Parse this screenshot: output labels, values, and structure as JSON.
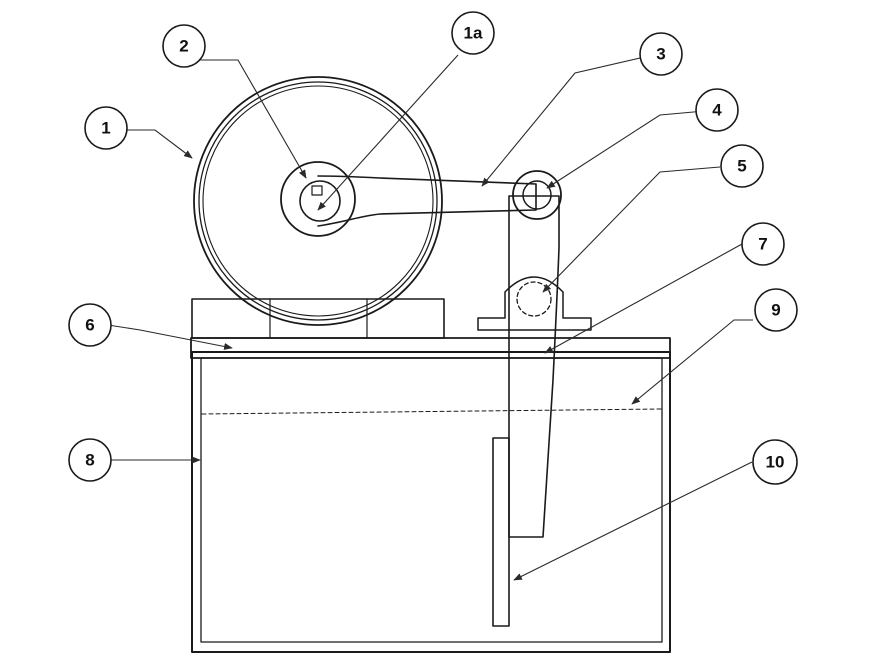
{
  "figure": {
    "callouts": [
      {
        "id": "1",
        "label": "1",
        "part": "flywheel"
      },
      {
        "id": "1a",
        "label": "1a",
        "part": "shaft-key"
      },
      {
        "id": "2",
        "label": "2",
        "part": "crank-hub"
      },
      {
        "id": "3",
        "label": "3",
        "part": "connecting-rod"
      },
      {
        "id": "4",
        "label": "4",
        "part": "crank-pin"
      },
      {
        "id": "5",
        "label": "5",
        "part": "pivot-pin"
      },
      {
        "id": "6",
        "label": "6",
        "part": "base-plate"
      },
      {
        "id": "7",
        "label": "7",
        "part": "swing-lever"
      },
      {
        "id": "8",
        "label": "8",
        "part": "tank"
      },
      {
        "id": "9",
        "label": "9",
        "part": "liquid-level"
      },
      {
        "id": "10",
        "label": "10",
        "part": "paddle-plate"
      }
    ],
    "colors": {
      "ink": "#1a1a1a",
      "paper": "#ffffff"
    }
  }
}
